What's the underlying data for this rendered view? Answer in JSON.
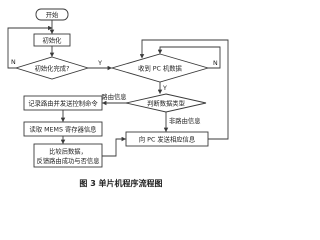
{
  "flowchart": {
    "nodes": {
      "start": "开始",
      "init": "初始化",
      "init_done": "初始化完成?",
      "recv_pc": "收到 PC 机数据",
      "judge_type": "判断数据类型",
      "save_route": "记录路由并发送控制命令",
      "read_mems": "读取 MEMS 寄存器信息",
      "compare_feedback": "比较后数据，反馈路由成功与否信息",
      "send_pc": "向 PC 发送相应信息"
    },
    "edge_labels": {
      "init_no": "N",
      "init_yes": "Y",
      "recv_no": "N",
      "recv_yes": "Y",
      "route_info": "路由信息",
      "non_route_info": "非路由信息"
    }
  },
  "caption": "图 3  单片机程序流程图"
}
